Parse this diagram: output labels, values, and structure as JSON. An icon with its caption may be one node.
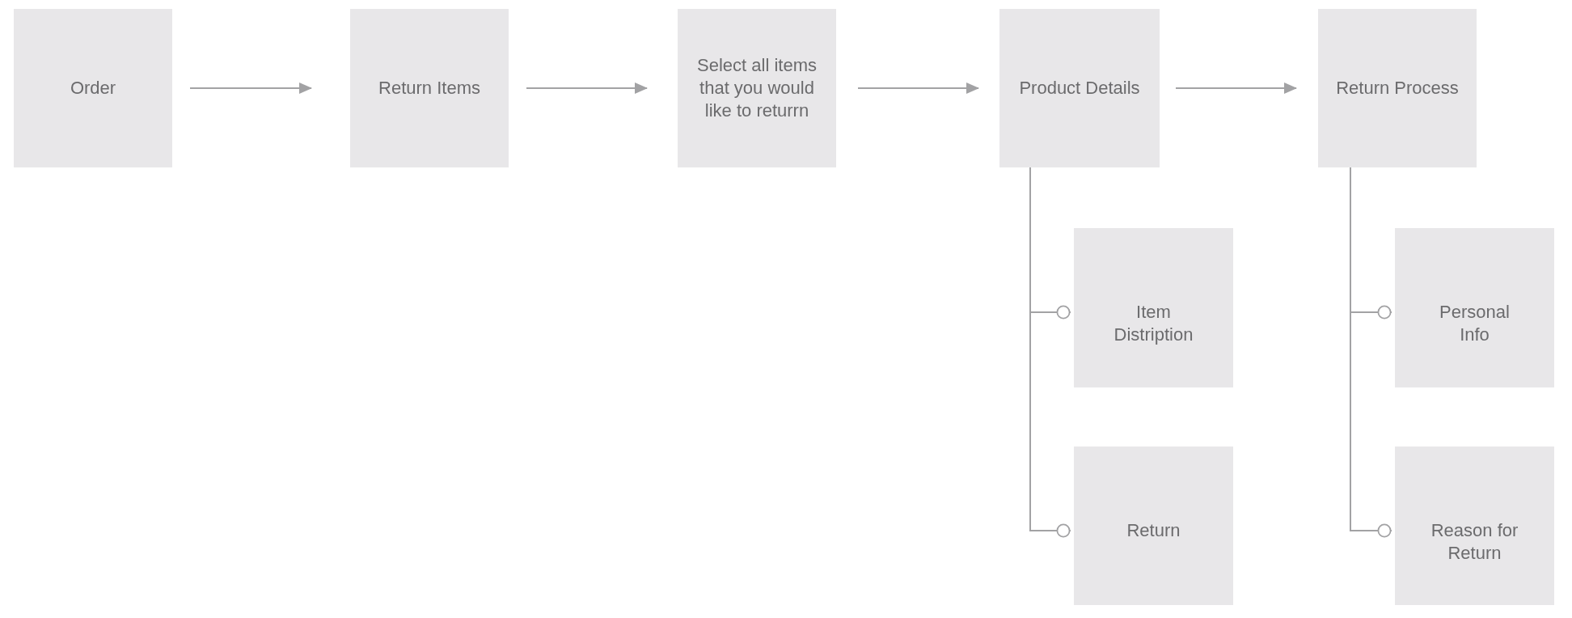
{
  "diagram": {
    "nodes": [
      {
        "text": [
          "Order"
        ]
      },
      {
        "text": [
          "Return Items"
        ]
      },
      {
        "text": [
          "Select all items that you would like to returrn"
        ]
      },
      {
        "text": [
          "Product Details"
        ]
      },
      {
        "text": [
          "Return Process"
        ]
      },
      {
        "text": [
          "Item Distription"
        ]
      },
      {
        "text": [
          "Return"
        ]
      },
      {
        "text": [
          "Personal Info"
        ]
      },
      {
        "text": [
          "Reason for Return"
        ]
      }
    ],
    "edges": [
      {
        "from": 0,
        "to": 1,
        "arrow": "to"
      },
      {
        "from": 1,
        "to": 2,
        "arrow": "to"
      },
      {
        "from": 2,
        "to": 3,
        "arrow": "to"
      },
      {
        "from": 3,
        "to": 4,
        "arrow": "to"
      },
      {
        "from": 3,
        "to": 5,
        "arrow": "other"
      },
      {
        "from": 3,
        "to": 6,
        "arrow": "other"
      },
      {
        "from": 4,
        "to": 7,
        "arrow": "other"
      },
      {
        "from": 4,
        "to": 8,
        "arrow": "other"
      }
    ]
  }
}
